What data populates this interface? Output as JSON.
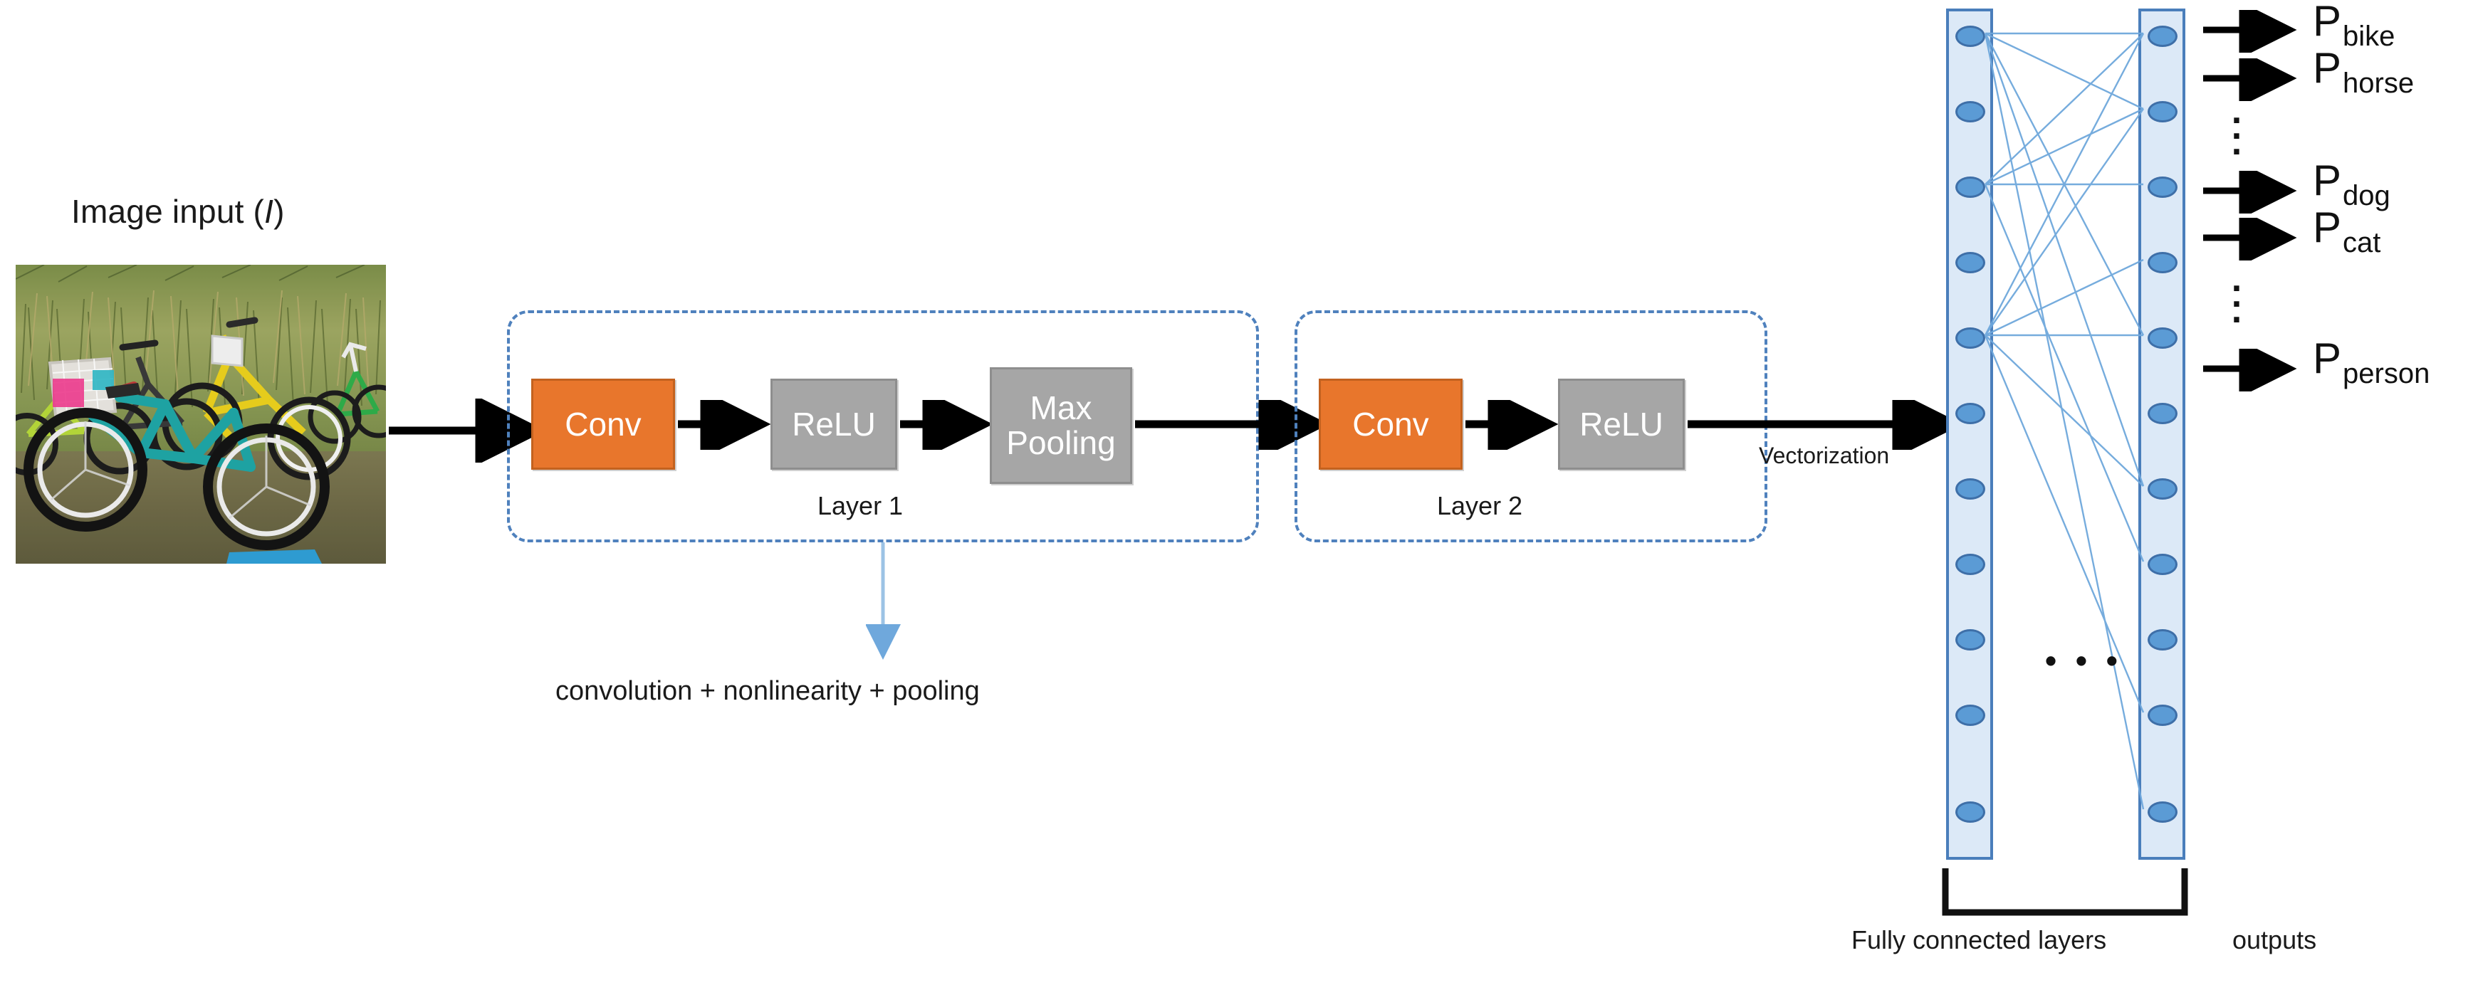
{
  "figure": {
    "type": "cnn-architecture-diagram",
    "background": "#ffffff"
  },
  "input": {
    "title_main": "Image input (",
    "title_var": "I",
    "title_close": ")",
    "photo_alt": "photograph of several parked bicycles in tall grass"
  },
  "pipeline": {
    "layers": [
      {
        "group_label": "Layer 1",
        "blocks": [
          {
            "label": "Conv",
            "kind": "conv",
            "color": "#E8762C"
          },
          {
            "label": "ReLU",
            "kind": "activation",
            "color": "#A6A6A6"
          },
          {
            "label": "Max\nPooling",
            "label_line1": "Max",
            "label_line2": "Pooling",
            "kind": "pooling",
            "color": "#A6A6A6"
          }
        ]
      },
      {
        "group_label": "Layer 2",
        "blocks": [
          {
            "label": "Conv",
            "kind": "conv",
            "color": "#E8762C"
          },
          {
            "label": "ReLU",
            "kind": "activation",
            "color": "#A6A6A6"
          }
        ]
      }
    ],
    "annotation_note": "convolution + nonlinearity + pooling",
    "vectorization_label": "Vectorization"
  },
  "fully_connected": {
    "bracket_label": "Fully connected layers",
    "ellipsis": "• • •",
    "columns": [
      {
        "name": "fc-column-left",
        "node_count": 11
      },
      {
        "name": "fc-column-right",
        "node_count": 11
      }
    ],
    "node_color": "#5B9BD5",
    "column_fill": "#DCE9F7",
    "column_border": "#4A7EBB"
  },
  "outputs": {
    "group_label": "outputs",
    "items": [
      {
        "symbol": "P",
        "subscript": "bike"
      },
      {
        "symbol": "P",
        "subscript": "horse"
      },
      {
        "symbol": "P",
        "subscript": "dog"
      },
      {
        "symbol": "P",
        "subscript": "cat"
      },
      {
        "symbol": "P",
        "subscript": "person"
      }
    ],
    "vertical_ellipsis": "⋮"
  },
  "colors": {
    "conv_orange": "#E8762C",
    "grey_block": "#A6A6A6",
    "dashed_blue": "#4F81BD",
    "node_blue": "#5B9BD5",
    "arrow_black": "#000000",
    "annotation_blue": "#5B9BD5"
  }
}
